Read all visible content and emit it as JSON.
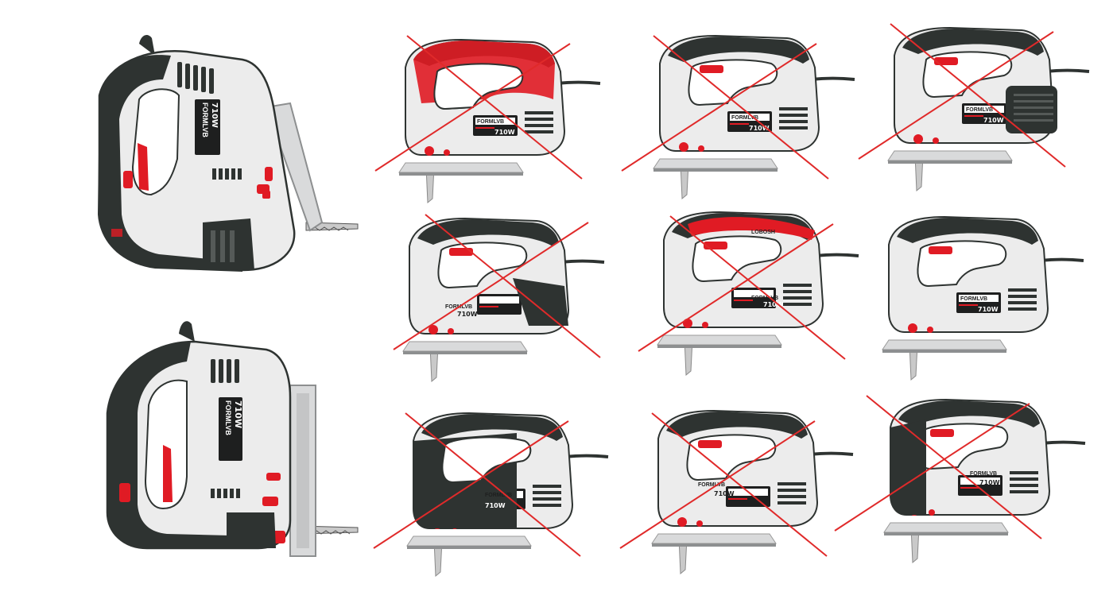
{
  "sheet": {
    "brand": "FORMLVB",
    "power": "710W",
    "alt_brand": "LOBOSH",
    "colors": {
      "background": "#ffffff",
      "body_light": "#ececec",
      "body_dark": "#2e3331",
      "accent": "#e01b24",
      "cross": "#e02a2a",
      "plate": "#d9dadb"
    }
  },
  "final_designs": [
    {
      "id": "final-angled",
      "view": "three-quarter"
    },
    {
      "id": "final-side",
      "view": "side"
    }
  ],
  "variants": [
    {
      "id": "v1",
      "row": 1,
      "col": 1,
      "scheme": "red-handle",
      "rejected": true
    },
    {
      "id": "v2",
      "row": 1,
      "col": 2,
      "scheme": "light",
      "rejected": true
    },
    {
      "id": "v3",
      "row": 1,
      "col": 3,
      "scheme": "light-motor-dark",
      "rejected": true
    },
    {
      "id": "v4",
      "row": 2,
      "col": 1,
      "scheme": "dark-grip",
      "rejected": true
    },
    {
      "id": "v5",
      "row": 2,
      "col": 2,
      "scheme": "light-red-top",
      "rejected": true,
      "brand": "LOBOSH"
    },
    {
      "id": "v6",
      "row": 2,
      "col": 3,
      "scheme": "light",
      "rejected": false
    },
    {
      "id": "v7",
      "row": 3,
      "col": 1,
      "scheme": "dark-body",
      "rejected": true
    },
    {
      "id": "v8",
      "row": 3,
      "col": 2,
      "scheme": "light",
      "rejected": true
    },
    {
      "id": "v9",
      "row": 3,
      "col": 3,
      "scheme": "dark-front",
      "rejected": true
    }
  ]
}
